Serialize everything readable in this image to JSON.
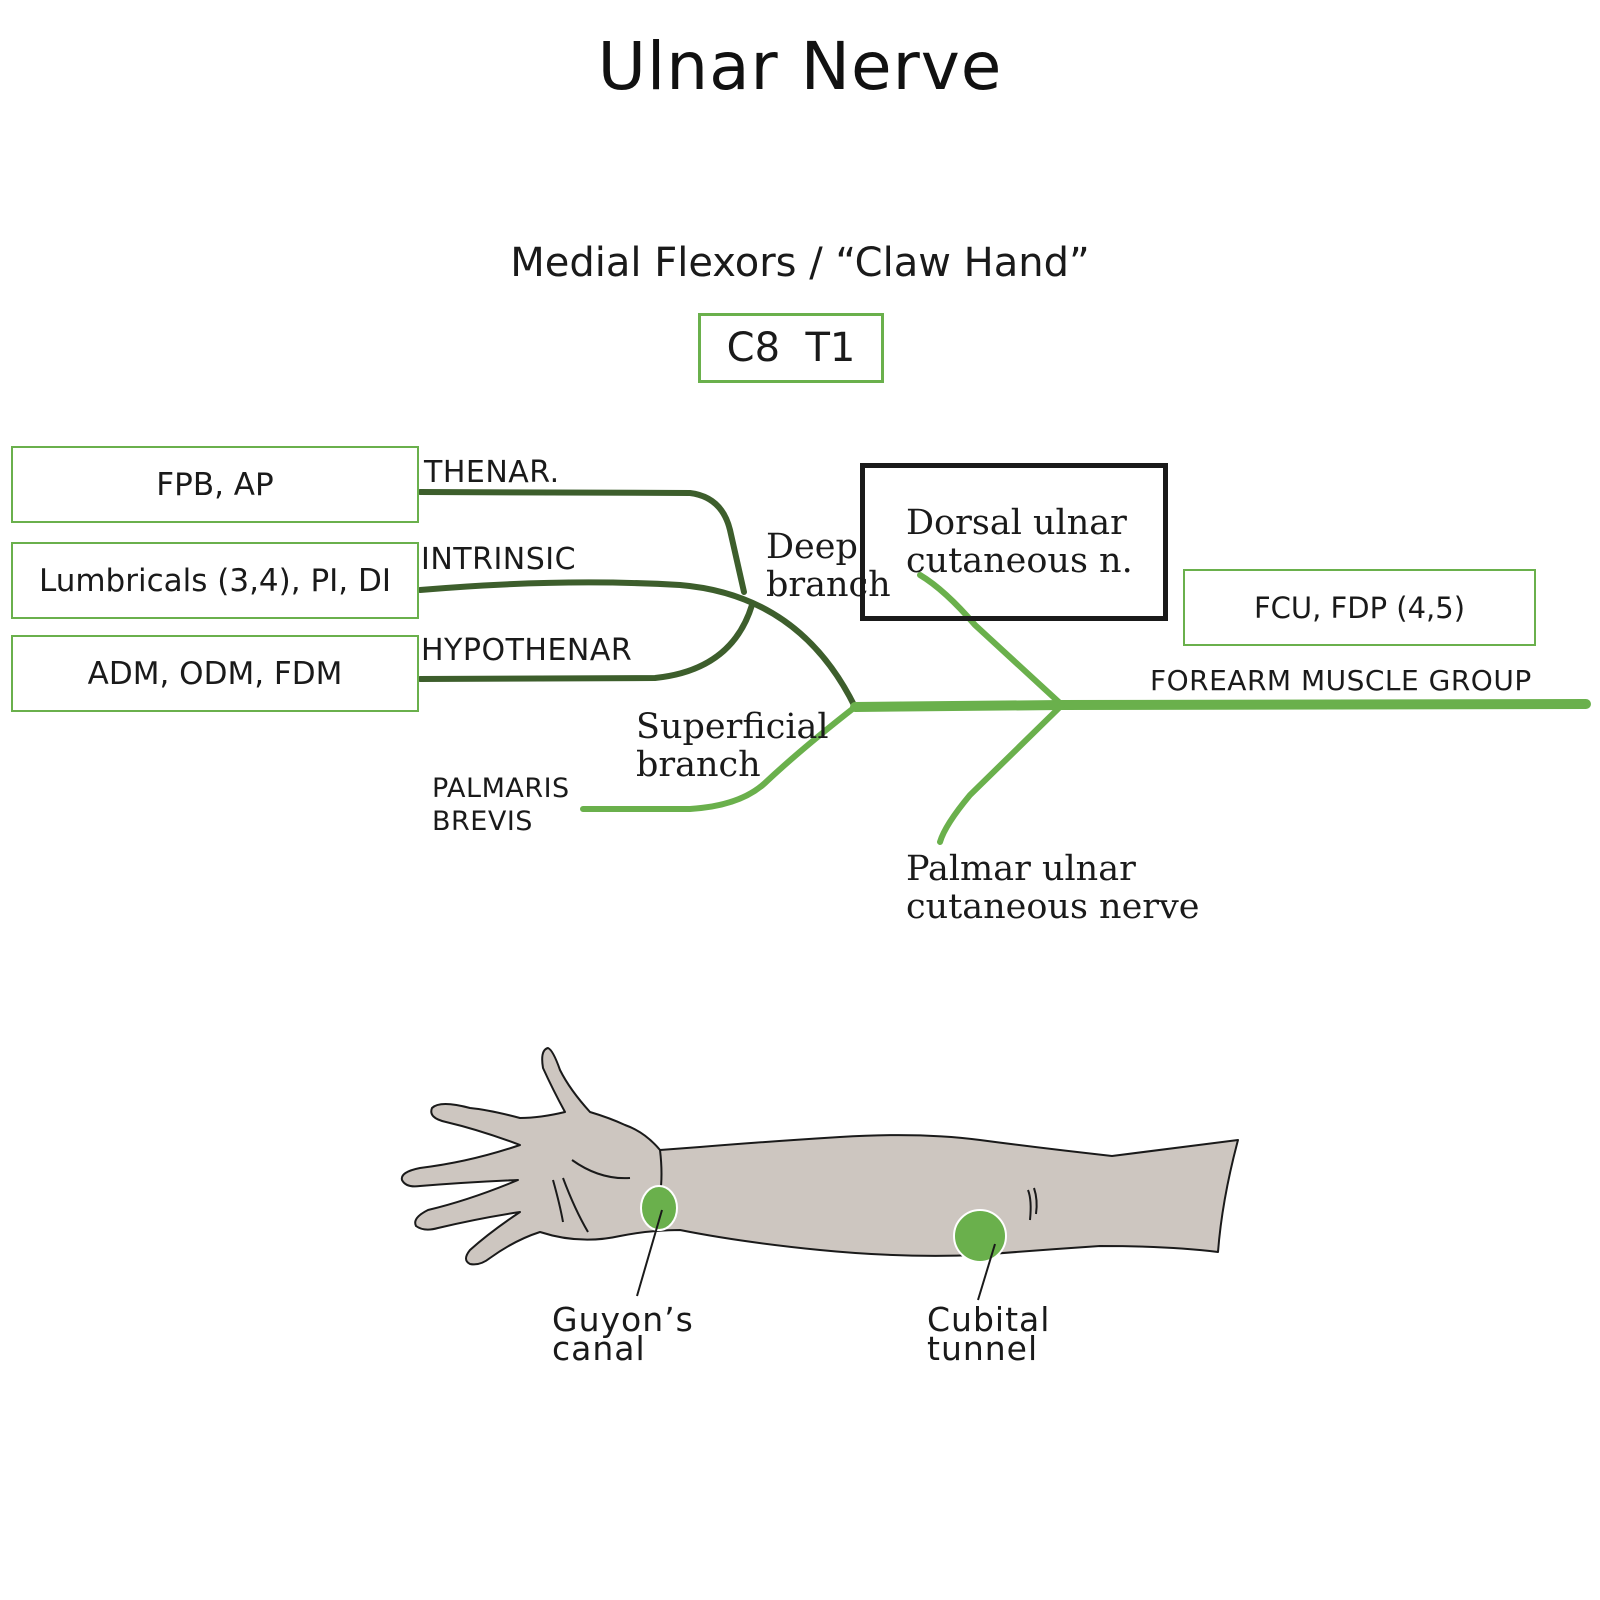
{
  "title": "Ulnar Nerve",
  "subtitle": "Medial Flexors / “Claw Hand”",
  "root": "C8  T1",
  "muscle_boxes": {
    "thenar_muscles": "FPB, AP",
    "intrinsic_muscles": "Lumbricals (3,4), PI, DI",
    "hypothenar_muscles": "ADM, ODM, FDM",
    "forearm_muscles": "FCU, FDP (4,5)"
  },
  "group_labels": {
    "thenar": "THENAR.",
    "intrinsic": "INTRINSIC",
    "hypothenar": "HYPOTHENAR",
    "palmaris_line1": "PALMARIS",
    "palmaris_line2": "BREVIS",
    "forearm": "FOREARM MUSCLE GROUP"
  },
  "branch_labels": {
    "deep_line1": "Deep",
    "deep_line2": "branch",
    "superficial_line1": "Superficial",
    "superficial_line2": "branch",
    "dorsal_line1": "Dorsal ulnar",
    "dorsal_line2": "cutaneous n.",
    "palmar_line1": "Palmar  ulnar",
    "palmar_line2": "cutaneous nerve"
  },
  "arm_labels": {
    "guyon_line1": "Guyon’s",
    "guyon_line2": "canal",
    "cubital_line1": "Cubital",
    "cubital_line2": "tunnel"
  },
  "colors": {
    "dark_green": "#3d5e2c",
    "light_green": "#6ab04c",
    "skin": "#cdc6c0",
    "outline": "#1a1a1a"
  }
}
